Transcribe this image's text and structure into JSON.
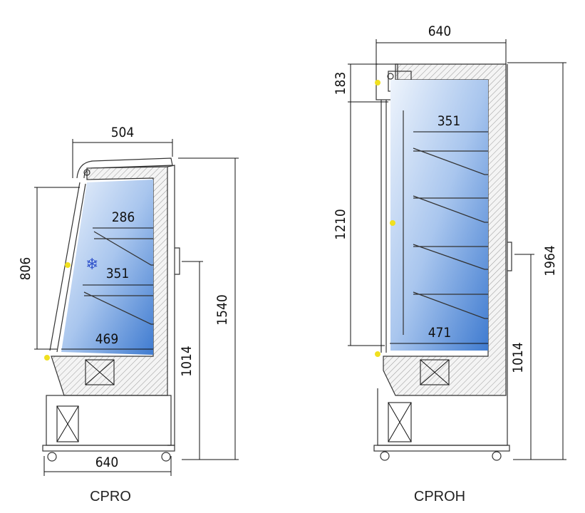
{
  "cpro": {
    "label": "CPRO",
    "dims": {
      "top_width": "504",
      "glass_height": "806",
      "shelf_top": "286",
      "shelf_mid": "351",
      "shelf_bottom": "469",
      "base_height": "1014",
      "total_height": "1540",
      "bottom_width": "640"
    }
  },
  "cproh": {
    "label": "CPROH",
    "dims": {
      "top_width": "640",
      "canopy_height": "183",
      "shelf_top": "351",
      "glass_height": "1210",
      "shelf_bottom": "471",
      "base_height": "1014",
      "total_height": "1964"
    }
  },
  "colors": {
    "interior_top": "#e8f0fb",
    "interior_bottom": "#4a86d4",
    "light": "#f0e020"
  }
}
